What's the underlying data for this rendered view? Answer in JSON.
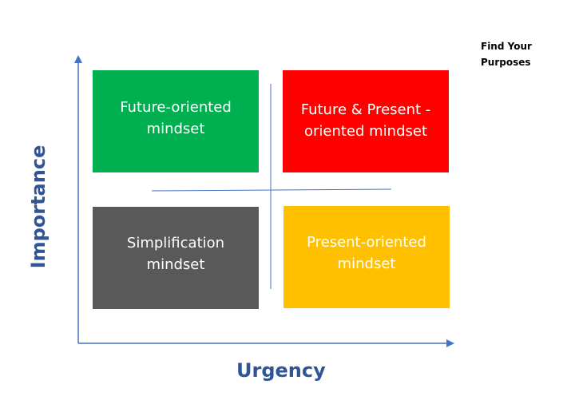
{
  "corner_title": "Find Your\nPurposes",
  "axes": {
    "x_label": "Urgency",
    "y_label": "Importance"
  },
  "quadrants": {
    "top_left": {
      "label": "Future-oriented\nmindset",
      "color": "#00b050"
    },
    "top_right": {
      "label": "Future & Present -\noriented mindset",
      "color": "#ff0000"
    },
    "bottom_left": {
      "label": "Simplification\nmindset",
      "color": "#595959"
    },
    "bottom_right": {
      "label": "Present-oriented\nmindset",
      "color": "#ffc000"
    }
  },
  "colors": {
    "axis": "#4472c4",
    "axis_label": "#2f5597",
    "divider": "#4472c4"
  }
}
